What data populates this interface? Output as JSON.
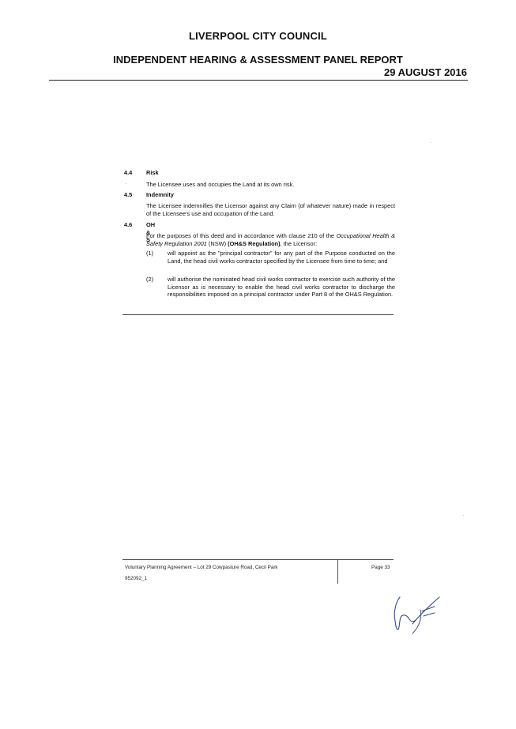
{
  "header": {
    "council": "LIVERPOOL CITY COUNCIL",
    "report": "INDEPENDENT HEARING & ASSESSMENT PANEL REPORT",
    "date": "29 AUGUST 2016"
  },
  "sections": [
    {
      "num": "4.4",
      "title": "Risk",
      "text": "The Licensee uses and occupies the Land at its own risk."
    },
    {
      "num": "4.5",
      "title": "Indemnity",
      "text": "The Licensee indemnifies the Licensor against any Claim (of whatever nature) made in respect of the Licensee's use and occupation of the Land."
    },
    {
      "num": "4.6",
      "title": "OH & S",
      "intro_a": "For the purposes of this deed and in accordance with clause 210 of the ",
      "intro_italic": "Occupational Health & Safety Regulation 2001",
      "intro_b": " (NSW) ",
      "intro_bold": "(OH&S Regulation)",
      "intro_c": ", the Licensor:",
      "items": [
        {
          "num": "(1)",
          "text": "will appoint as the \"principal contractor\" for any part of the Purpose conducted on the Land, the head civil works contractor specified by the Licensee from time to time; and"
        },
        {
          "num": "(2)",
          "text": "will authorise the nominated head civil works contractor to exercise such authority of the Licensor as is necessary to enable the head civil works contractor to discharge the responsibilities imposed on a principal contractor under Part 8 of the OH&S Regulation."
        }
      ]
    }
  ],
  "footer": {
    "title": "Voluntary Planning Agreement – Lot 29 Cowpasture Road, Cecil Park",
    "ref": "952092_1",
    "page": "Page 33"
  },
  "signature": {
    "type": "handwritten-initials"
  }
}
